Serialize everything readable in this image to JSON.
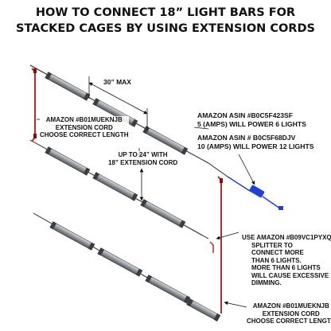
{
  "title": {
    "line1": "HOW TO CONNECT 18” LIGHT BARS FOR",
    "line2": "STACKED CAGES BY USING EXTENSION CORDS"
  },
  "labels": {
    "max_spacing": "30” MAX",
    "ext_cord_top": [
      "AMAZON #B01MUEKNJB",
      "EXTENSION CORD",
      "CHOOSE CORRECT LENGTH"
    ],
    "up_to_24": [
      "UP TO 24” WITH",
      "18” EXTENSION CORD"
    ],
    "asin_5a": [
      "AMAZON ASIN #B0C5F423SF",
      "5 (AMPS) WILL POWER 6 LIGHTS"
    ],
    "asin_10a": [
      "AMAZON ASIN # B0C5F68DJV",
      "10 (AMPS) WILL POWER 12 LIGHTS"
    ],
    "splitter": [
      "USE AMAZON #B09VC1PYXQ",
      "SPLITTER TO",
      "CONNECT MORE",
      "THAN 6 LIGHTS.",
      "MORE THAN 6 LIGHTS",
      "WILL CAUSE EXCESSIVE",
      "DIMMING."
    ],
    "ext_cord_bottom": [
      "AMAZON #B01MUEKNJB",
      "EXTENSION CORD",
      "CHOOSE CORRECT LENGTH"
    ]
  },
  "colors": {
    "cord_red": "#c0282a",
    "power_blue": "#1f3fd6",
    "bar_body": "#8e9297",
    "bar_light": "#c9ccd0",
    "bar_dark": "#55595e",
    "wire": "#222222"
  }
}
